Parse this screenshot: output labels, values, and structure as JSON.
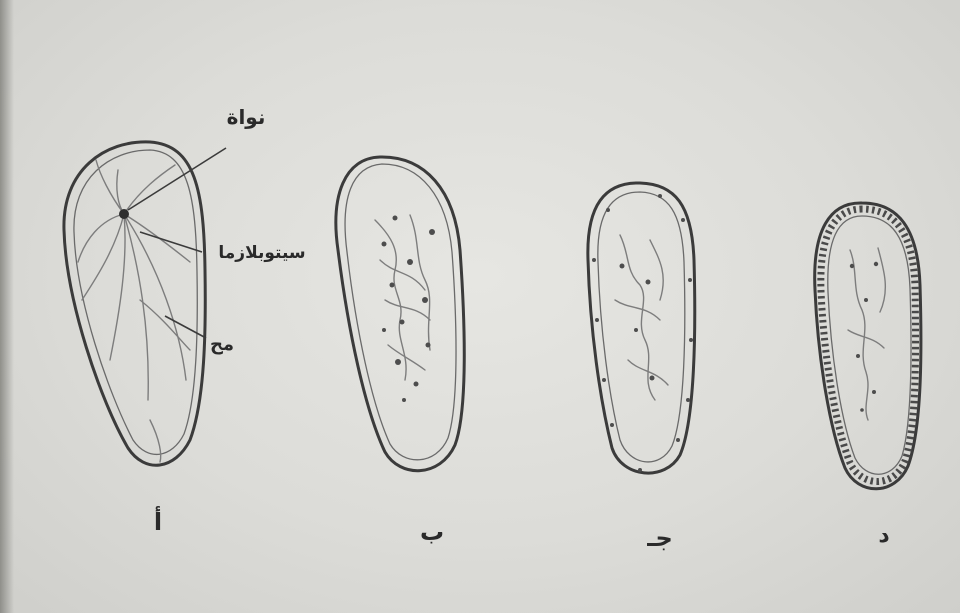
{
  "labels": {
    "nucleus": "نواة",
    "cytoplasm": "سيتوبلازما",
    "yolk": "مح"
  },
  "stages": [
    {
      "id": "a",
      "label": "أ"
    },
    {
      "id": "b",
      "label": "ب"
    },
    {
      "id": "c",
      "label": "جـ"
    },
    {
      "id": "d",
      "label": "د"
    }
  ]
}
